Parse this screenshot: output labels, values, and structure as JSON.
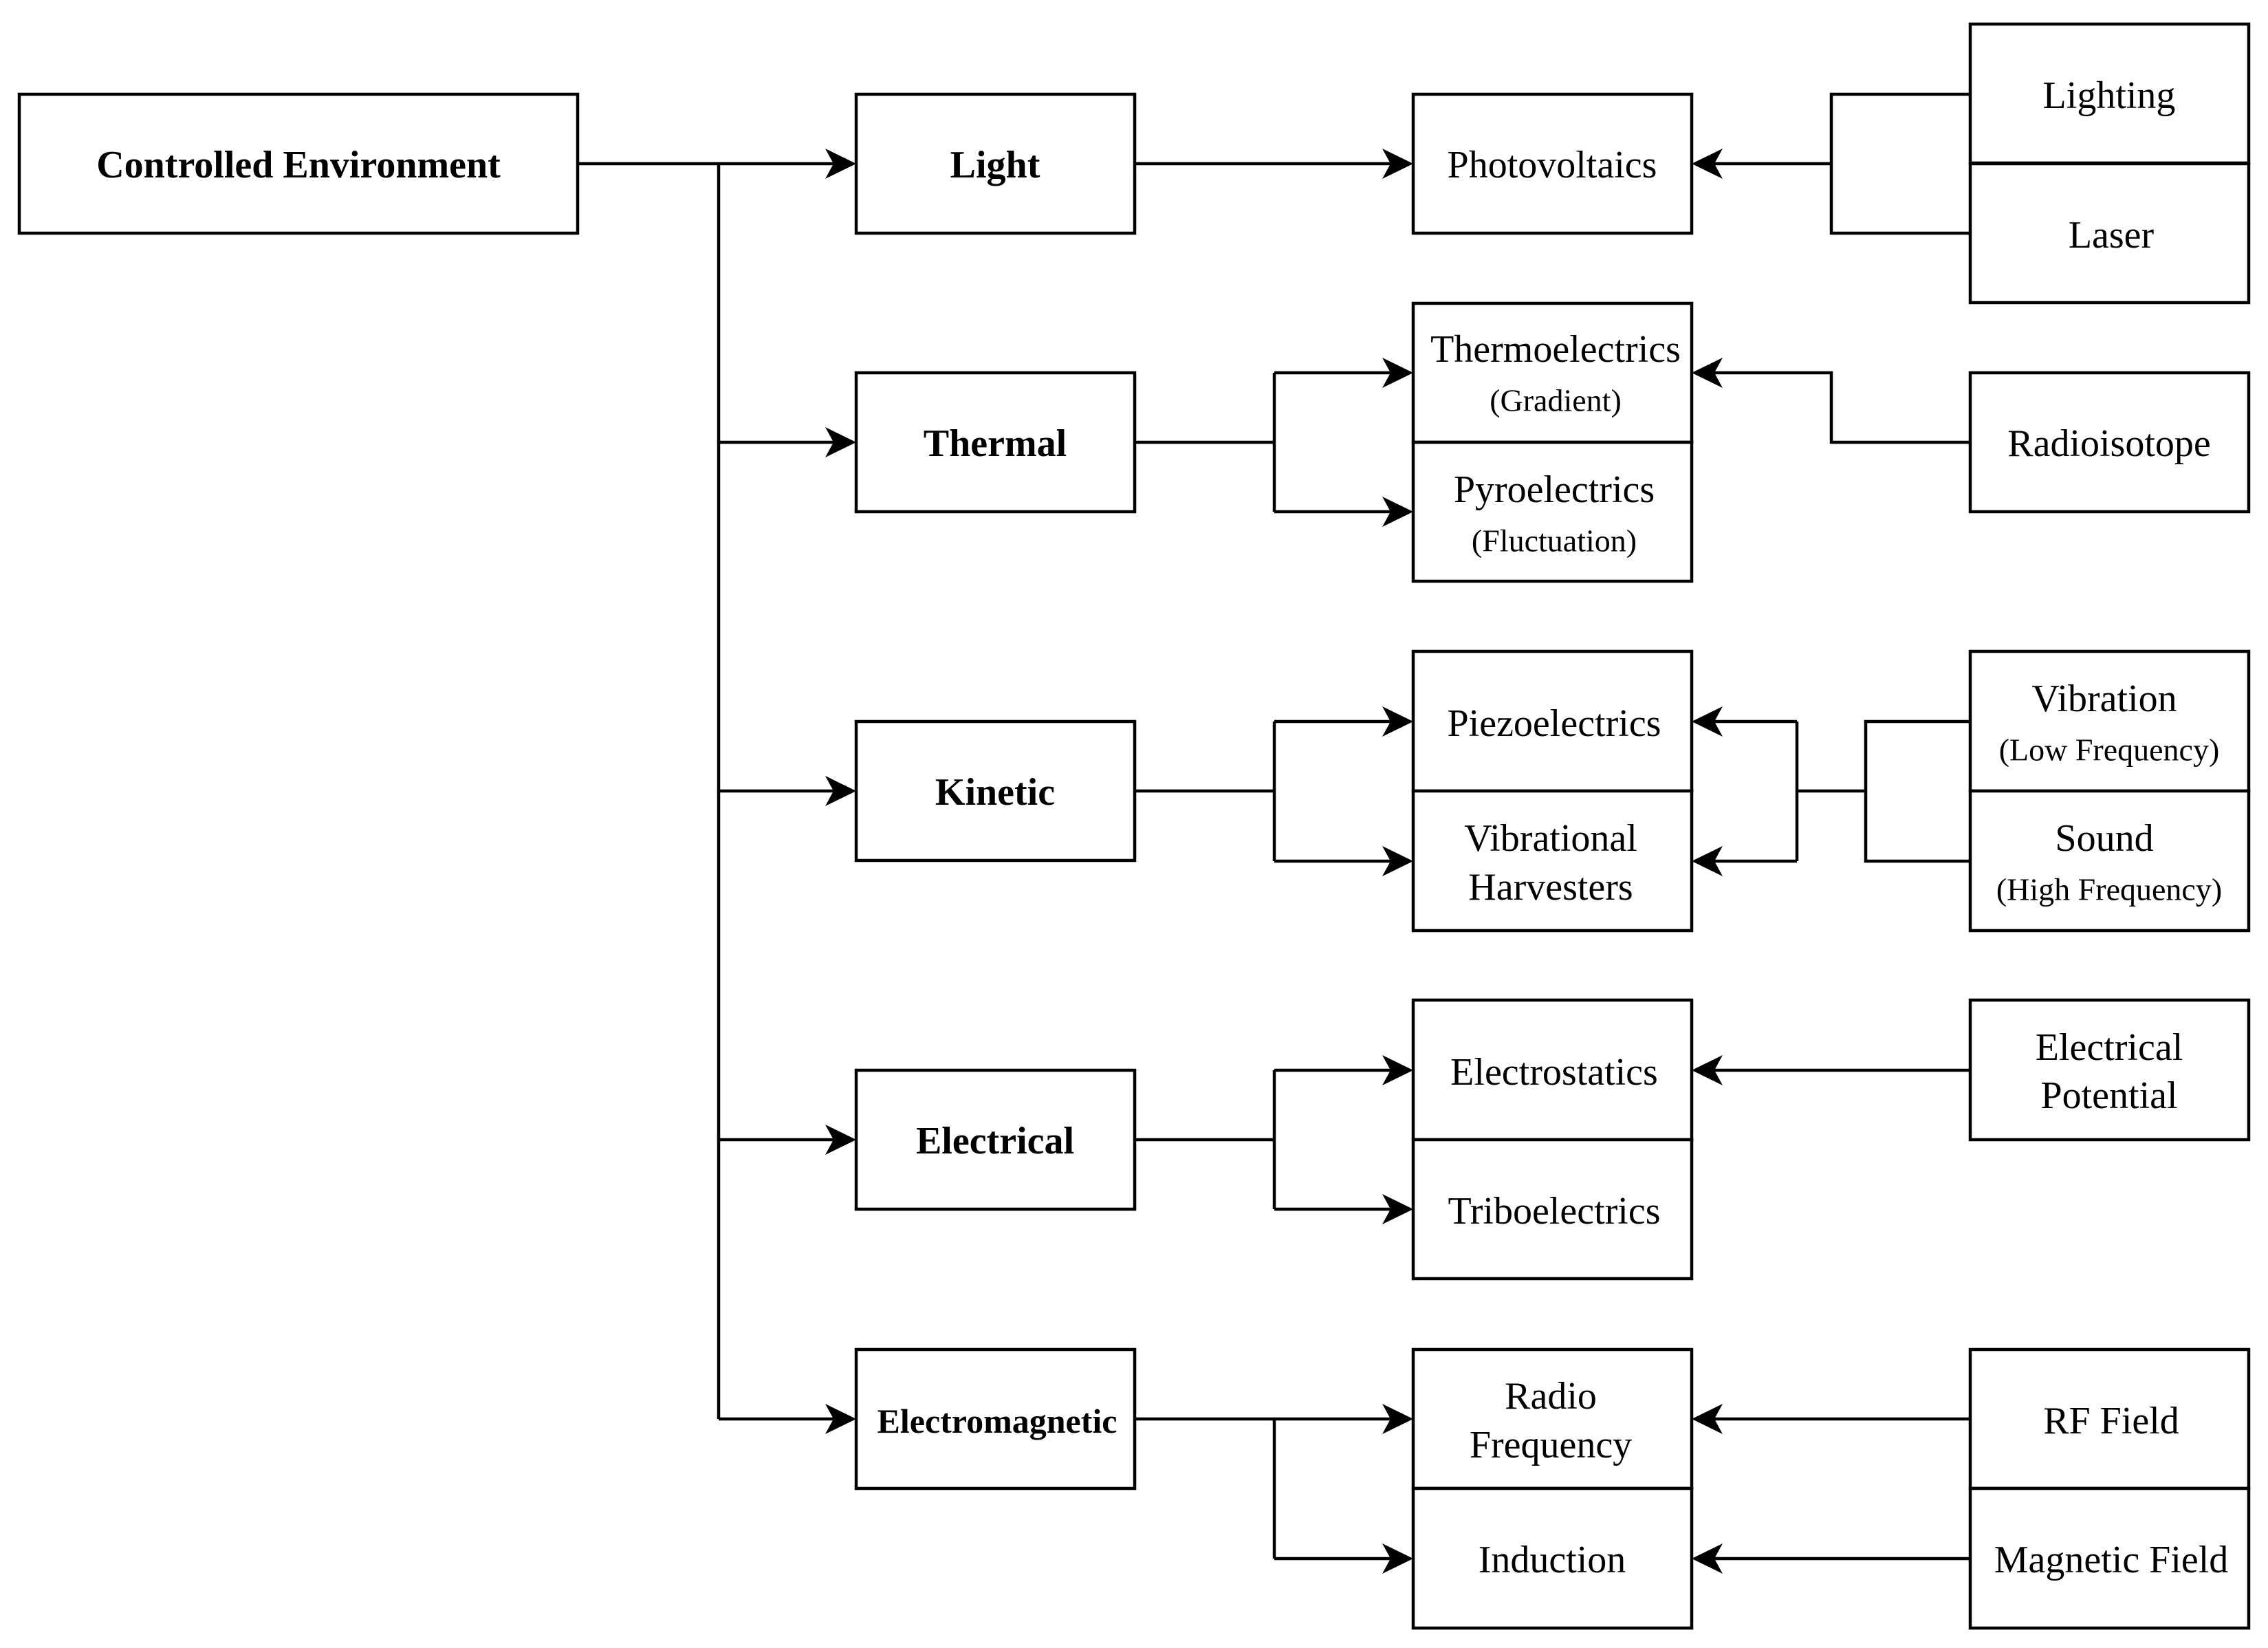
{
  "root": {
    "label": "Controlled Environment"
  },
  "categories": {
    "light": "Light",
    "thermal": "Thermal",
    "kinetic": "Kinetic",
    "electrical": "Electrical",
    "electromagnetic": "Electromagnetic"
  },
  "transducers": {
    "photovoltaics": "Photovoltaics",
    "thermoelectrics": {
      "title": "Thermoelectrics",
      "note": "(Gradient)"
    },
    "pyroelectrics": {
      "title": "Pyroelectrics",
      "note": "(Fluctuation)"
    },
    "piezoelectrics": "Piezoelectrics",
    "vibrational_harvesters": {
      "line1": "Vibrational",
      "line2": "Harvesters"
    },
    "electrostatics": "Electrostatics",
    "triboelectrics": "Triboelectrics",
    "radio_frequency": {
      "line1": "Radio",
      "line2": "Frequency"
    },
    "induction": "Induction"
  },
  "sources": {
    "lighting": "Lighting",
    "laser": "Laser",
    "radioisotope": "Radioisotope",
    "vibration": {
      "title": "Vibration",
      "note": "(Low Frequency)"
    },
    "sound": {
      "title": "Sound",
      "note": "(High Frequency)"
    },
    "electrical_potential": {
      "line1": "Electrical",
      "line2": "Potential"
    },
    "rf_field": "RF Field",
    "magnetic_field": "Magnetic Field"
  }
}
